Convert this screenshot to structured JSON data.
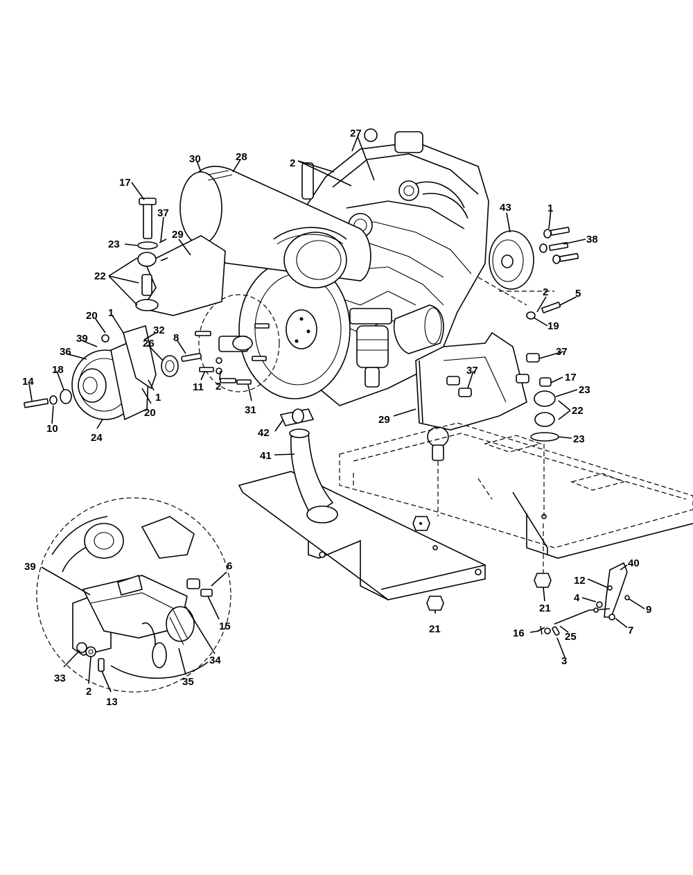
{
  "callouts": {
    "c1": "1",
    "c2": "2",
    "c3": "3",
    "c4": "4",
    "c5": "5",
    "c6": "6",
    "c7": "7",
    "c8": "8",
    "c9": "9",
    "c10": "10",
    "c11": "11",
    "c12": "12",
    "c13": "13",
    "c14": "14",
    "c15": "15",
    "c16": "16",
    "c17": "17",
    "c18": "18",
    "c19": "19",
    "c20": "20",
    "c21": "21",
    "c22": "22",
    "c23": "23",
    "c24": "24",
    "c25": "25",
    "c26": "26",
    "c27": "27",
    "c28": "28",
    "c29": "29",
    "c30": "30",
    "c31": "31",
    "c32": "32",
    "c33": "33",
    "c34": "34",
    "c35": "35",
    "c36": "36",
    "c37": "37",
    "c38": "38",
    "c39": "39",
    "c40": "40",
    "c41": "41",
    "c42": "42",
    "c43": "43"
  }
}
